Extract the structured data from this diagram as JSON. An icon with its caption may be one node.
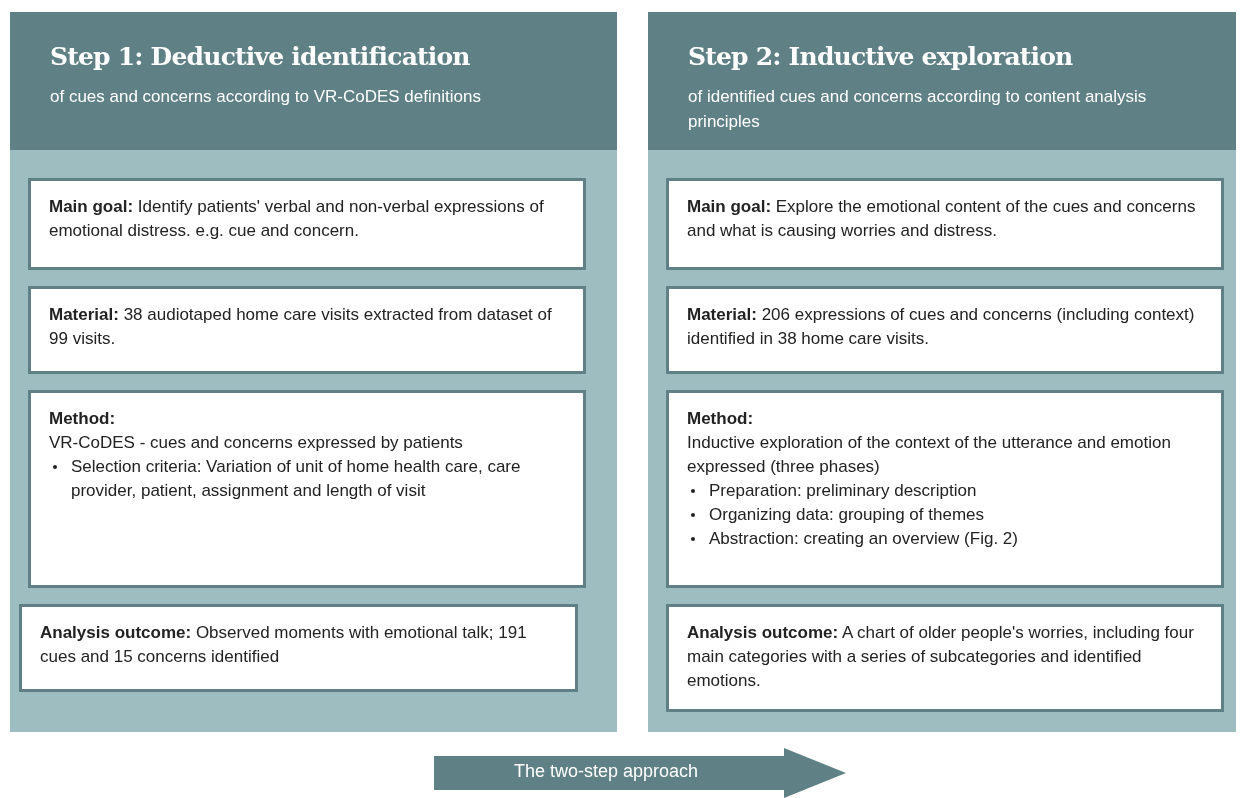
{
  "diagram": {
    "nodes": [
      {
        "text": [
          "Step 1: Deductive identification",
          "of cues and concerns according to VR-CoDES definitions"
        ]
      },
      {
        "text": [
          "**Main goal:** Identify patients' verbal and non-verbal expressions of emotional distress. e.g. cue and concern."
        ],
        "in": 0
      },
      {
        "text": [
          "**Material:** 38 audiotaped home care visits extracted from dataset of 99 visits."
        ],
        "in": 0
      },
      {
        "text": [
          "**Method:**",
          "VR-CoDES - cues and concerns expressed by patients",
          "Selection criteria: Variation of unit of home health care, care provider, patient, assignment and length of visit"
        ],
        "in": 0
      },
      {
        "text": [
          "**Analysis outcome:** Observed moments with emotional talk; 191 cues and 15 concerns identified"
        ],
        "in": 0
      },
      {
        "text": [
          "Step 2: Inductive exploration",
          "of identified cues and concerns according to content analysis principles"
        ]
      },
      {
        "text": [
          "**Main goal:** Explore the emotional content of the cues and concerns and what is causing worries and distress."
        ],
        "in": 5
      },
      {
        "text": [
          "**Material:** 206 expressions of cues and concerns (including context) identified in 38 home care visits."
        ],
        "in": 5
      },
      {
        "text": [
          "**Method:**",
          "Inductive exploration of the context of the utterance and emotion expressed (three phases)",
          "Preparation: preliminary description",
          "Organizing data: grouping of themes",
          "Abstraction: creating an overview (Fig. 2)"
        ],
        "in": 5
      },
      {
        "text": [
          "**Analysis outcome:** A chart of older people's worries, including four main categories with a series of subcategories and identified emotions."
        ],
        "in": 5
      },
      {
        "text": [
          "The two-step approach"
        ]
      }
    ]
  }
}
